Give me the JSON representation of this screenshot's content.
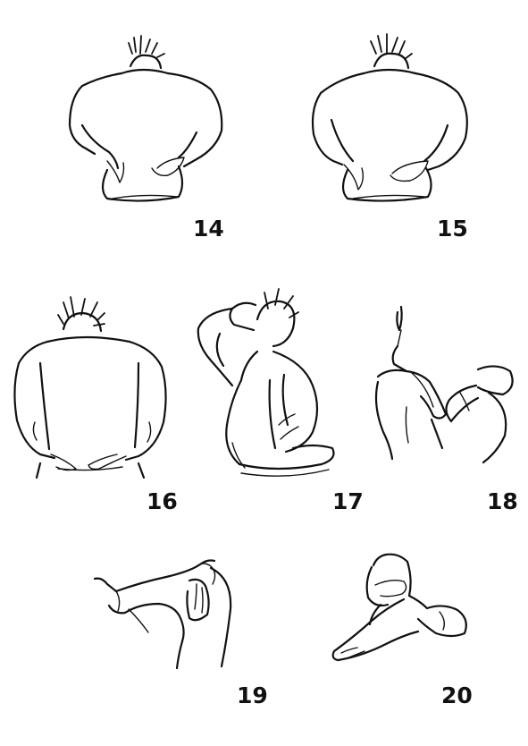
{
  "figures": [
    {
      "number": "14",
      "icon": "self-massage-lower-back-icon"
    },
    {
      "number": "15",
      "icon": "self-massage-lower-back-icon"
    },
    {
      "number": "16",
      "icon": "self-massage-sacrum-icon"
    },
    {
      "number": "17",
      "icon": "self-massage-neck-icon"
    },
    {
      "number": "18",
      "icon": "self-massage-thigh-icon"
    },
    {
      "number": "19",
      "icon": "self-massage-knee-icon"
    },
    {
      "number": "20",
      "icon": "self-massage-foot-icon"
    }
  ]
}
